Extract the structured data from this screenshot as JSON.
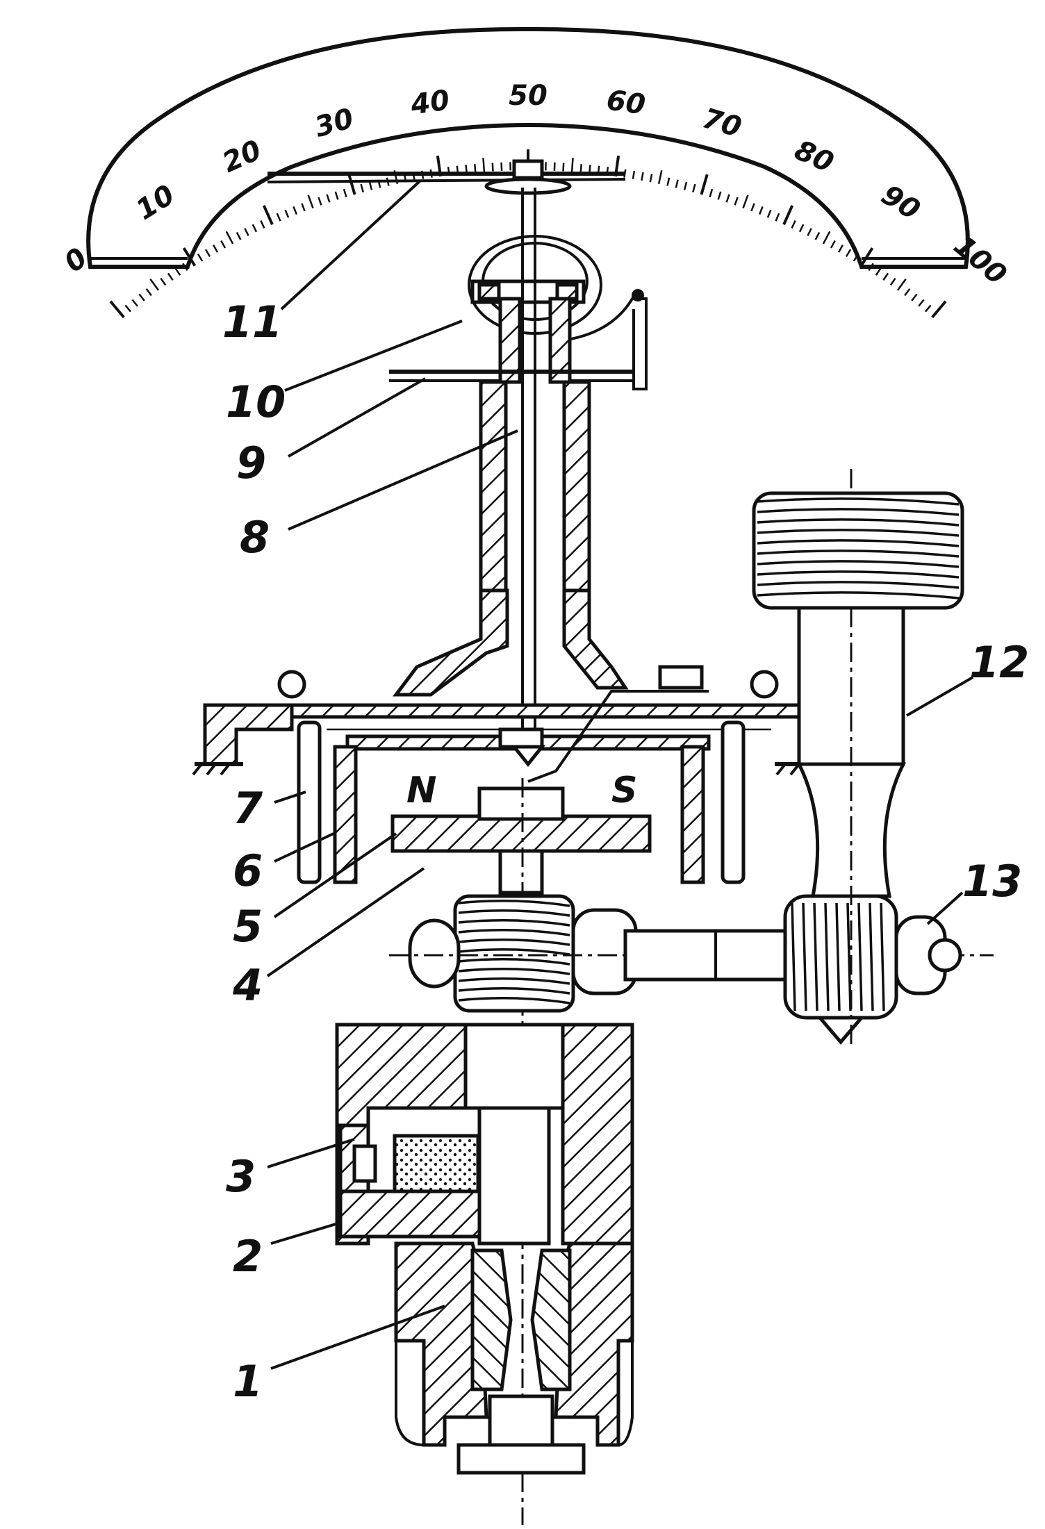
{
  "scale": {
    "tick_labels": [
      "0",
      "10",
      "20",
      "30",
      "40",
      "50",
      "60",
      "70",
      "80",
      "90",
      "100"
    ]
  },
  "poles": {
    "north": "N",
    "south": "S"
  },
  "callouts": [
    "1",
    "2",
    "3",
    "4",
    "5",
    "6",
    "7",
    "8",
    "9",
    "10",
    "11",
    "12",
    "13"
  ]
}
